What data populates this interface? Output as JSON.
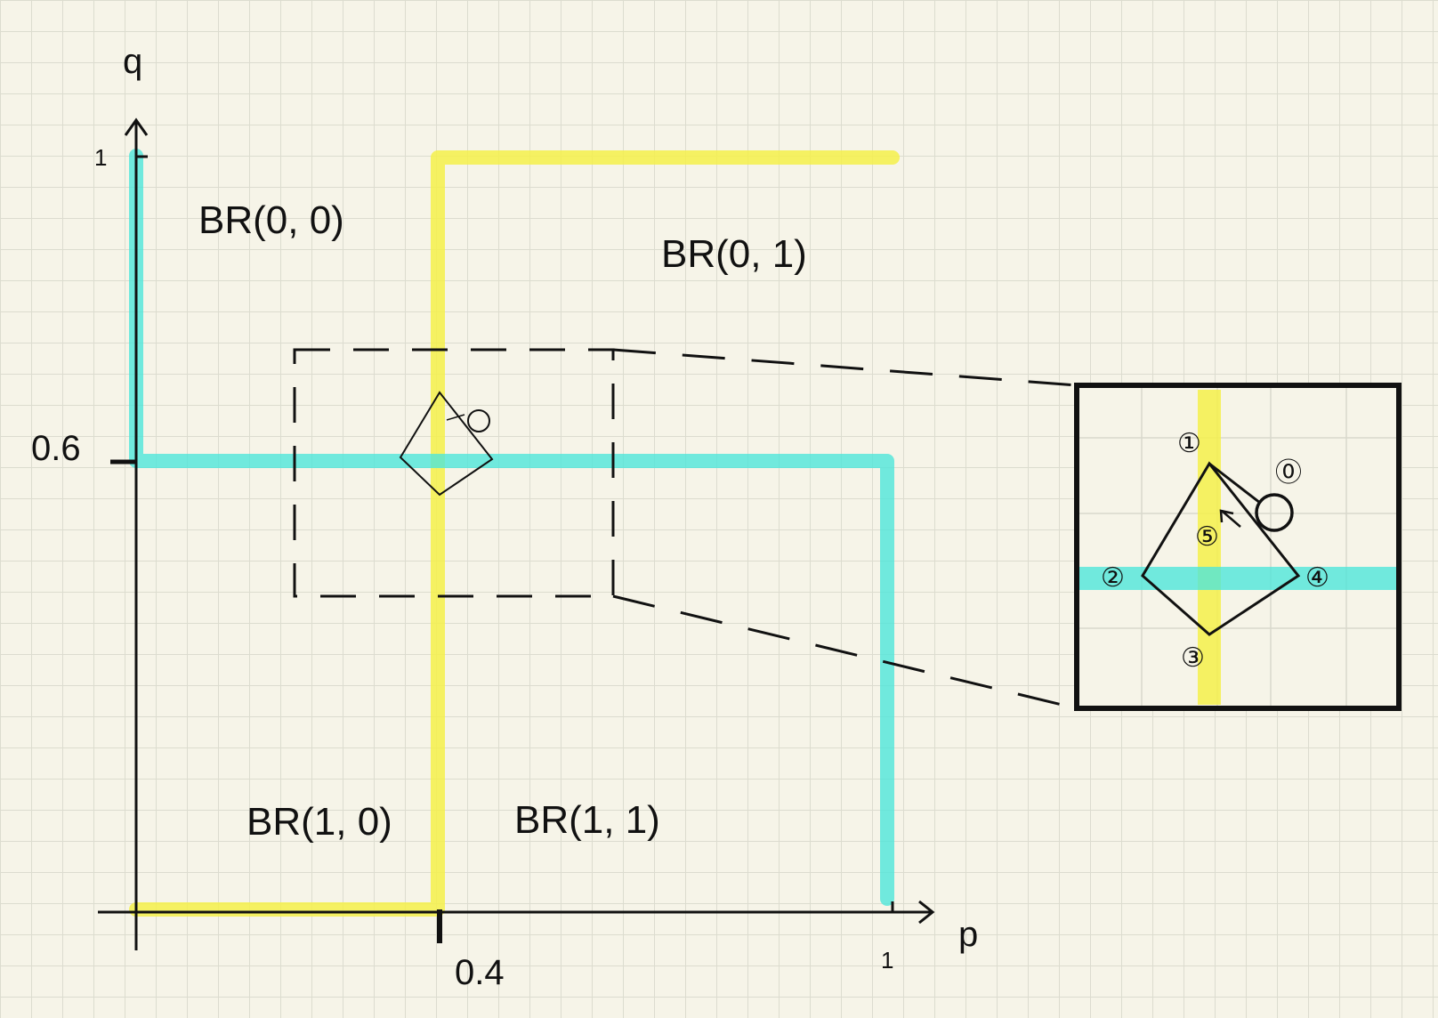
{
  "axes": {
    "x_label": "p",
    "y_label": "q",
    "x_tick_04": "0.4",
    "x_tick_1": "1",
    "y_tick_06": "0.6",
    "y_tick_1": "1"
  },
  "regions": {
    "br00": "BR(0, 0)",
    "br01": "BR(0, 1)",
    "br10": "BR(1, 0)",
    "br11": "BR(1, 1)"
  },
  "inset": {
    "steps": [
      "⓪",
      "①",
      "②",
      "③",
      "④",
      "⑤"
    ]
  },
  "colors": {
    "cyan_line": "#4fe6da",
    "yellow_line": "#f4f04a",
    "ink": "#111111",
    "background": "#f6f4e8"
  },
  "chart_data": {
    "type": "diagram",
    "x_range": [
      0,
      1
    ],
    "y_range": [
      0,
      1
    ],
    "cyan_best_response": [
      [
        0,
        1
      ],
      [
        0,
        0.6
      ],
      [
        1,
        0.6
      ],
      [
        1,
        0
      ]
    ],
    "yellow_best_response": [
      [
        0,
        0
      ],
      [
        0.4,
        0
      ],
      [
        0.4,
        1
      ],
      [
        1,
        1
      ]
    ],
    "equilibrium": [
      0.4,
      0.6
    ]
  }
}
